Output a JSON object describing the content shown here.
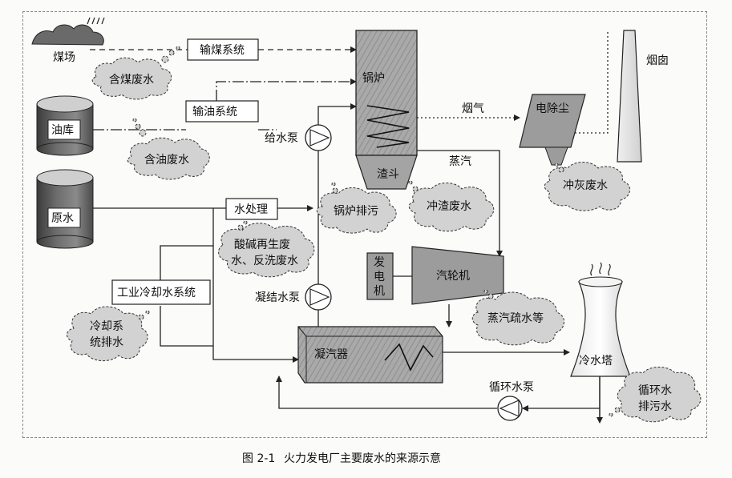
{
  "diagram": {
    "coal_yard": "煤场",
    "coal_conveying": "输煤系统",
    "coal_wastewater": "含煤废水",
    "oil_depot": "油库",
    "oil_conveying": "输油系统",
    "oily_wastewater": "含油废水",
    "raw_water": "原水",
    "water_treatment": "水处理",
    "acid_alkali_line1": "酸碱再生废",
    "acid_alkali_line2": "水、反洗废水",
    "industrial_cooling": "工业冷却水系统",
    "cooling_drain_line1": "冷却系",
    "cooling_drain_line2": "统排水",
    "boiler": "锅炉",
    "feed_pump": "给水泵",
    "slag_hopper": "渣斗",
    "boiler_blowdown": "锅炉排污",
    "slag_flushing": "冲渣废水",
    "flue_gas": "烟气",
    "steam": "蒸汽",
    "esp": "电除尘",
    "chimney": "烟囱",
    "ash_flushing": "冲灰废水",
    "generator_line1": "发",
    "generator_line2": "电",
    "generator_line3": "机",
    "turbine": "汽轮机",
    "condensate_pump": "凝结水泵",
    "condenser": "凝汽器",
    "steam_drain": "蒸汽疏水等",
    "cooling_tower": "冷水塔",
    "circ_pump": "循环水泵",
    "circ_blowdown_line1": "循环水",
    "circ_blowdown_line2": "排污水"
  },
  "caption": {
    "number": "图 2-1",
    "title": "火力发电厂主要废水的来源示意"
  },
  "colors": {
    "fill_gray": "#9a9a9a",
    "fill_light": "#c8c8c8",
    "cloud_fill": "#d2d2d2",
    "line": "#222222",
    "paper": "#fbfbfa"
  }
}
